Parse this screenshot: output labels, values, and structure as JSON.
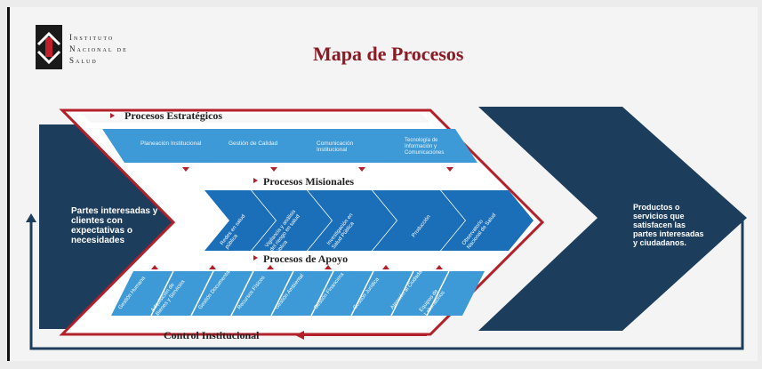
{
  "header": {
    "institution": [
      "Instituto",
      "Nacional de",
      "Salud"
    ],
    "title": "Mapa de Procesos"
  },
  "left_label": "Partes interesadas y clientes con expectativas o necesidades",
  "right_label": "Productos o servicios que satisfacen las partes interesadas y ciudadanos.",
  "bands": {
    "estrategicos": "Procesos Estratégicos",
    "misionales": "Procesos Misionales",
    "apoyo": "Procesos de Apoyo",
    "control": "Control Institucional"
  },
  "estrategicos": [
    "Planeación Institucional",
    "Gestión de Calidad",
    "Comunicación Institucional",
    "Tecnología de Información y Comunicaciones"
  ],
  "misionales": [
    "Redes en salud pública",
    "Vigilancia y análisis del riesgo en salud pública",
    "Investigación en Salud Pública",
    "Producción",
    "Observatorio Nacional de Salud"
  ],
  "apoyo": [
    "Gestión Humana",
    "Adquisición de Bienes y Servicios",
    "Gestión Documental",
    "Recursos Físicos",
    "Gestión Ambiental",
    "Gestión Financiera",
    "Gestión Jurídica",
    "Atención al Ciudadano",
    "Equipos de Laboratorios"
  ],
  "colors": {
    "navy": "#1d3d5c",
    "red": "#b3202a",
    "blue": "#1b6fb8",
    "light": "#3d9ad6"
  }
}
